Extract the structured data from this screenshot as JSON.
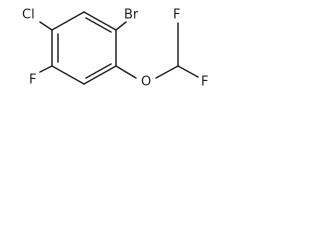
{
  "molecule": {
    "atoms": {
      "chlorine": "Cl",
      "bromine": "Br",
      "fluorine_ring": "F",
      "oxygen": "O",
      "fluorine_1": "F",
      "fluorine_2": "F"
    }
  }
}
